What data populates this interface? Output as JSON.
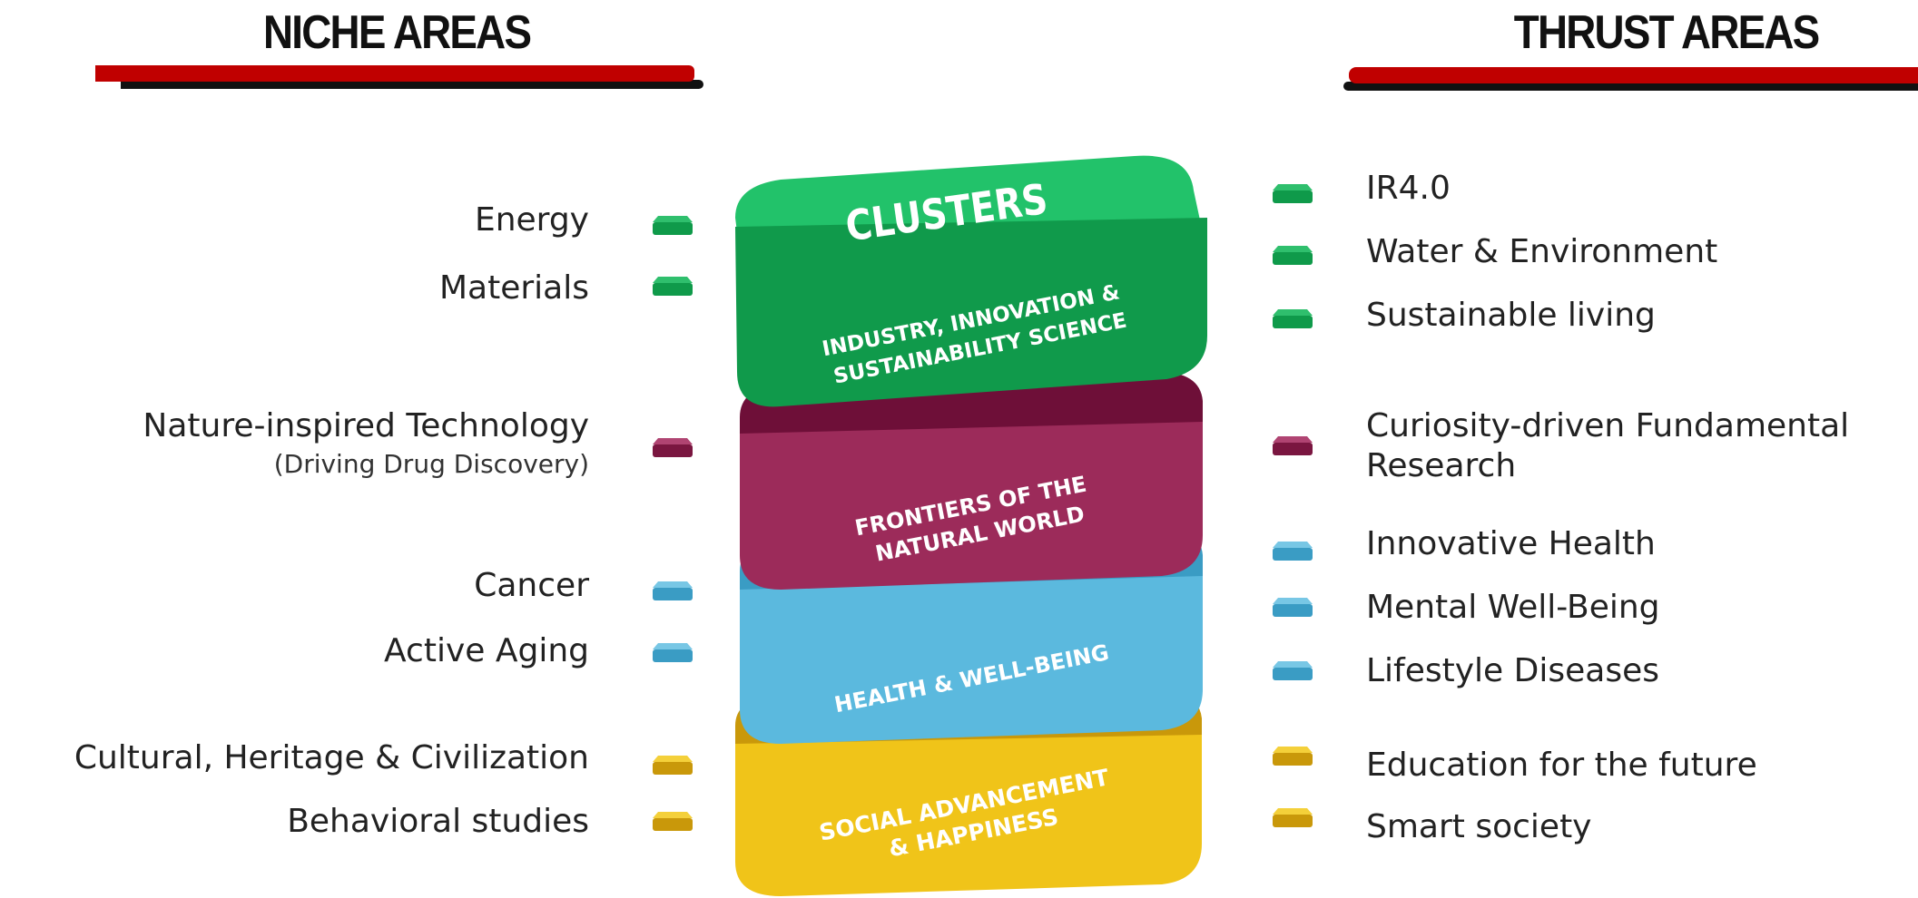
{
  "headings": {
    "niche": "NICHE AREAS",
    "thrust": "THRUST AREAS"
  },
  "colors": {
    "green": "#0f9a4a",
    "maroon": "#8b1f4a",
    "blue": "#4aaed3",
    "gold": "#e8b810",
    "header_red": "#c00000"
  },
  "clusters": {
    "title": "CLUSTERS",
    "layers": [
      {
        "line1": "INDUSTRY, INNOVATION &",
        "line2": "SUSTAINABILITY SCIENCE",
        "color": "green"
      },
      {
        "line1": "FRONTIERS OF THE",
        "line2": "NATURAL WORLD",
        "color": "maroon"
      },
      {
        "line1": "HEALTH & WELL-BEING",
        "line2": "",
        "color": "blue"
      },
      {
        "line1": "SOCIAL ADVANCEMENT",
        "line2": "& HAPPINESS",
        "color": "gold"
      }
    ]
  },
  "niche_areas": [
    {
      "label": "Energy",
      "cluster": "green"
    },
    {
      "label": "Materials",
      "cluster": "green"
    },
    {
      "label": "Nature-inspired Technology",
      "note": "(Driving Drug Discovery)",
      "cluster": "maroon"
    },
    {
      "label": "Cancer",
      "cluster": "blue"
    },
    {
      "label": "Active Aging",
      "cluster": "blue"
    },
    {
      "label": "Cultural, Heritage & Civilization",
      "cluster": "gold"
    },
    {
      "label": "Behavioral studies",
      "cluster": "gold"
    }
  ],
  "thrust_areas": [
    {
      "label": "IR4.0",
      "cluster": "green"
    },
    {
      "label": "Water & Environment",
      "cluster": "green"
    },
    {
      "label": "Sustainable living",
      "cluster": "green"
    },
    {
      "label": "Curiosity-driven Fundamental",
      "line2": "Research",
      "cluster": "maroon"
    },
    {
      "label": "Innovative Health",
      "cluster": "blue"
    },
    {
      "label": "Mental Well-Being",
      "cluster": "blue"
    },
    {
      "label": "Lifestyle Diseases",
      "cluster": "blue"
    },
    {
      "label": "Education for the future",
      "cluster": "gold"
    },
    {
      "label": "Smart society",
      "cluster": "gold"
    }
  ]
}
